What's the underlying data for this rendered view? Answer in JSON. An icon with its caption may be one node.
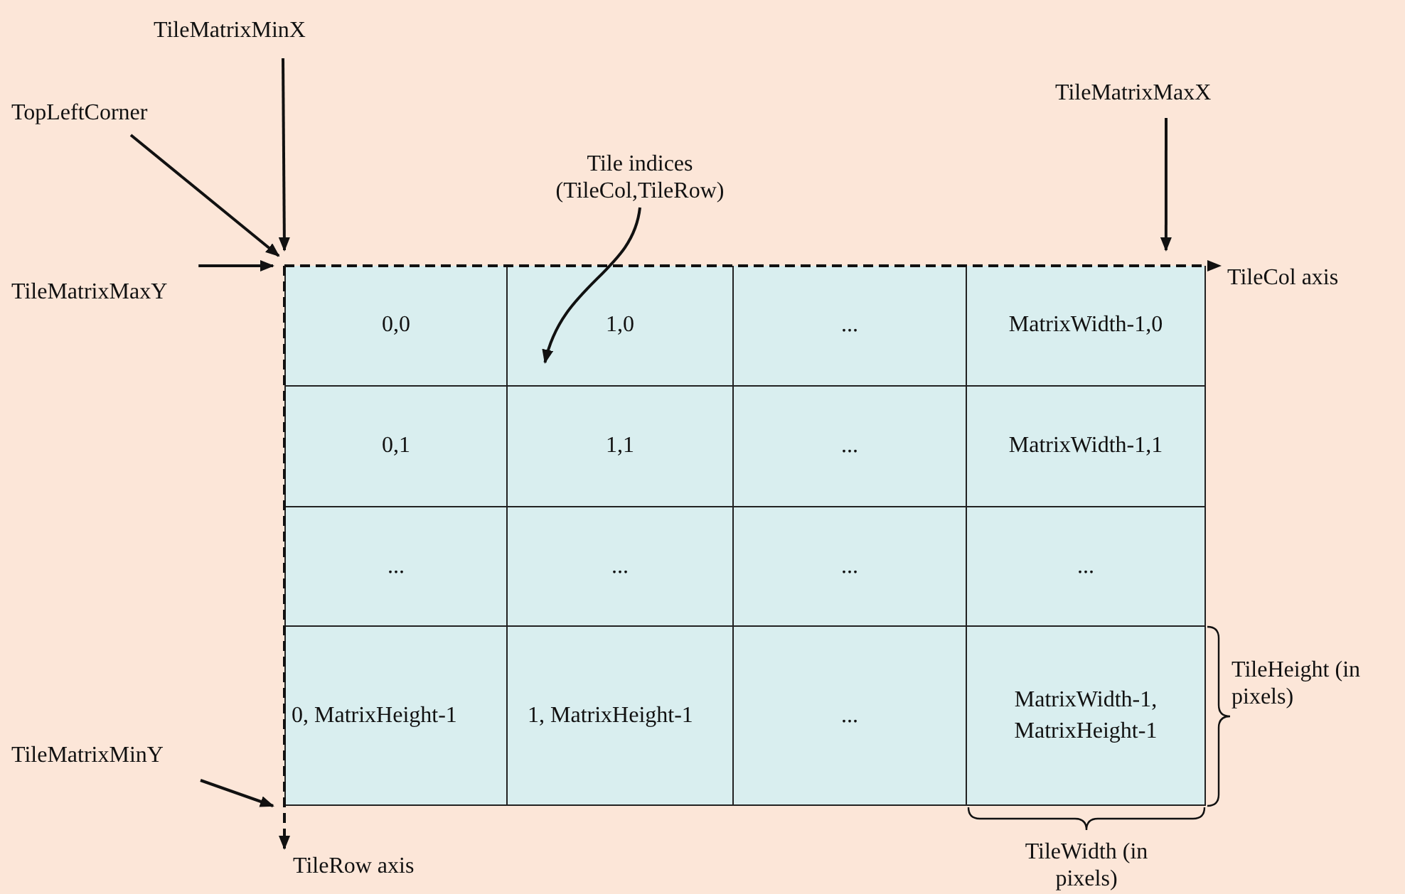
{
  "diagram": {
    "nodes": [
      {
        "text": [
          "TopLeftCorner"
        ]
      },
      {
        "text": [
          "TileMatrixMinX"
        ]
      },
      {
        "text": [
          "Tile indices (TileCol,TileRow)"
        ]
      },
      {
        "text": [
          "TileMatrixMaxX"
        ]
      },
      {
        "text": [
          "TileMatrixMaxY"
        ]
      },
      {
        "text": [
          "TileMatrixMinY"
        ]
      },
      {
        "text": [],
        "shape": "box"
      },
      {
        "text": [
          "0,0"
        ],
        "in": 6
      },
      {
        "text": [
          "1,0"
        ],
        "in": 6
      },
      {
        "text": [
          "..."
        ],
        "in": 6
      },
      {
        "text": [
          "MatrixWidth-1,0"
        ],
        "in": 6
      },
      {
        "text": [
          "0,1"
        ],
        "in": 6
      },
      {
        "text": [
          "1,1"
        ],
        "in": 6
      },
      {
        "text": [
          "..."
        ],
        "in": 6
      },
      {
        "text": [
          "MatrixWidth-1,1"
        ],
        "in": 6
      },
      {
        "text": [
          "..."
        ],
        "in": 6
      },
      {
        "text": [
          "..."
        ],
        "in": 6
      },
      {
        "text": [
          "..."
        ],
        "in": 6
      },
      {
        "text": [
          "..."
        ],
        "in": 6
      },
      {
        "text": [
          "0, MatrixHeight-1"
        ],
        "in": 6
      },
      {
        "text": [
          "1, MatrixHeight-1"
        ],
        "in": 6
      },
      {
        "text": [
          "..."
        ],
        "in": 6
      },
      {
        "text": [
          "MatrixWidth-1, MatrixHeight-1"
        ],
        "in": 6
      }
    ],
    "edges": [
      {
        "from": 0,
        "to": 7,
        "arrow": "to"
      },
      {
        "from": 1,
        "to": 7,
        "arrow": "to"
      },
      {
        "from": 2,
        "to": 8,
        "arrow": "to"
      },
      {
        "from": 3,
        "to": 10,
        "arrow": "to"
      },
      {
        "from": 4,
        "to": 7,
        "arrow": "to"
      },
      {
        "from": 5,
        "to": 19,
        "arrow": "to"
      }
    ],
    "labels": [
      "TileCol axis",
      "TileHeight (in pixels)",
      "TileWidth (in pixels)",
      "TileRow axis"
    ]
  }
}
